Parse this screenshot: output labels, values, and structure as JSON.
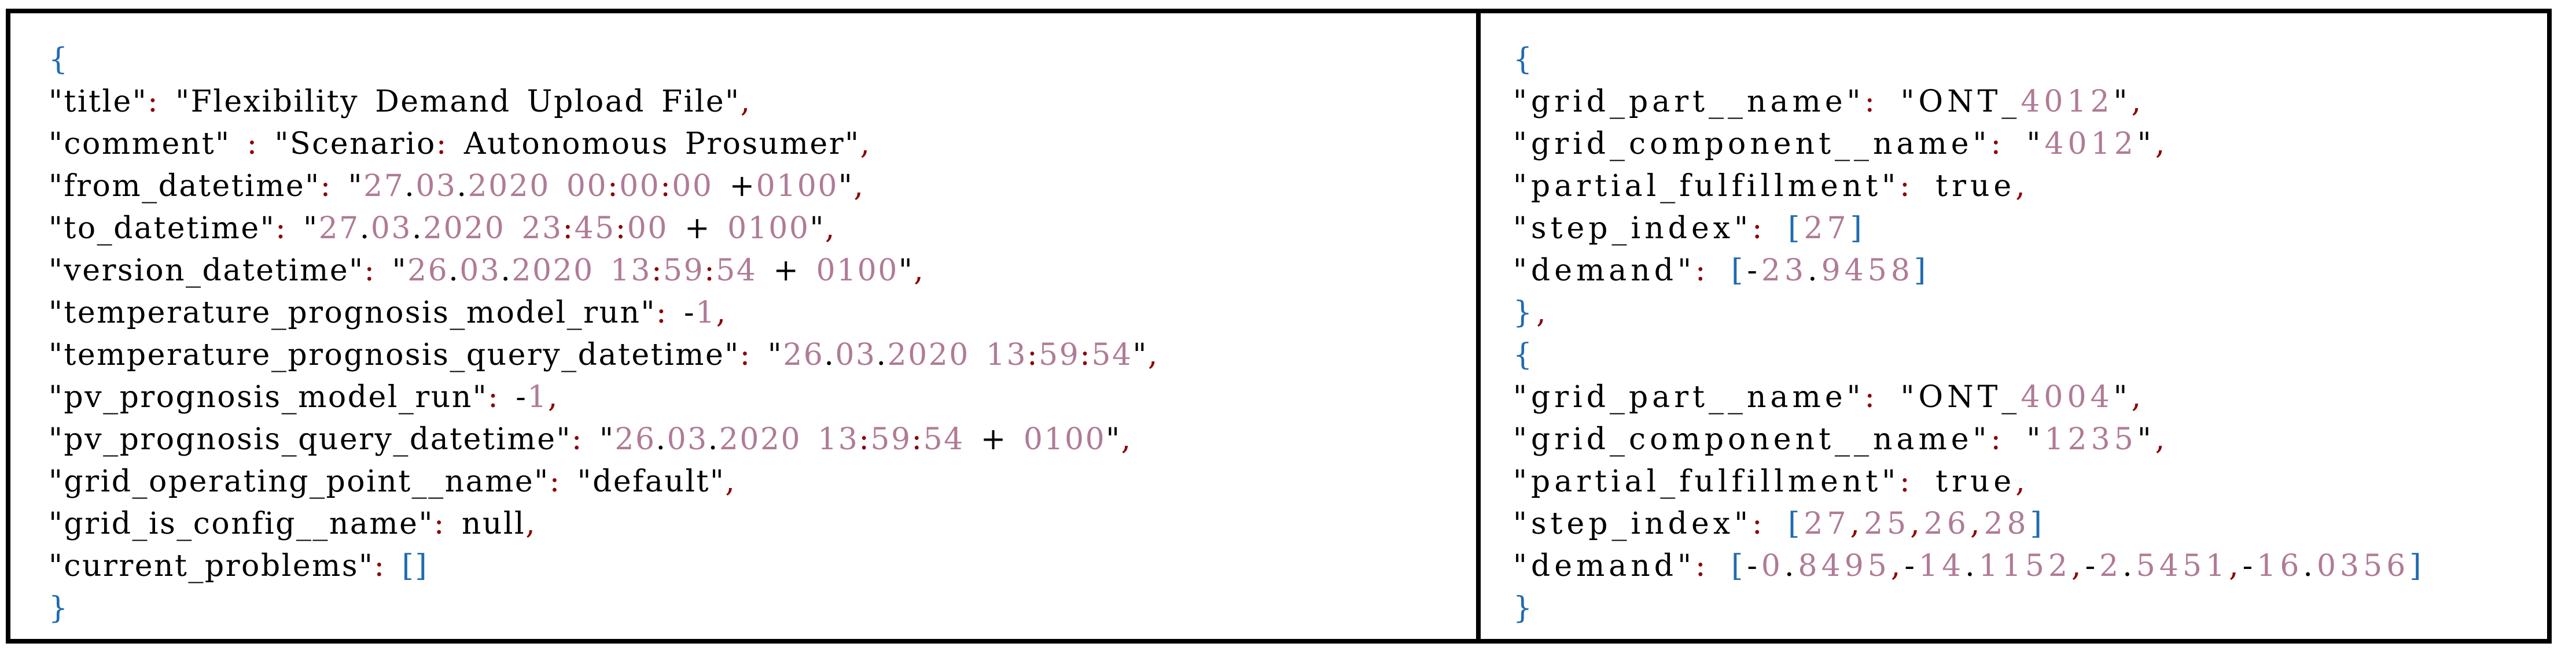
{
  "figure": {
    "kind": "json-code-listing",
    "background": "#ffffff",
    "border_color": "#000000"
  },
  "colors": {
    "key_text": "#000000",
    "number_literal": "#b07b96",
    "colon_comma": "#8b0000",
    "brace_bracket": "#1f6bb0"
  },
  "token_classes": {
    "k": "plain-black",
    "d": "number-mauve",
    "r": "punct-darkred",
    "b": "bracket-blue"
  },
  "panels": [
    {
      "id": "upload-file-json",
      "lines": [
        [
          [
            "b",
            "{"
          ]
        ],
        [
          [
            "k",
            "\"title\""
          ],
          [
            "r",
            ":"
          ],
          [
            "k",
            " \"Flexibility Demand Upload File\""
          ],
          [
            "r",
            ","
          ]
        ],
        [
          [
            "k",
            "\"comment\" "
          ],
          [
            "r",
            ":"
          ],
          [
            "k",
            " \"Scenario"
          ],
          [
            "r",
            ":"
          ],
          [
            "k",
            " Autonomous Prosumer\""
          ],
          [
            "r",
            ","
          ]
        ],
        [
          [
            "k",
            "\"from_datetime\""
          ],
          [
            "r",
            ":"
          ],
          [
            "k",
            " \""
          ],
          [
            "d",
            "27"
          ],
          [
            "k",
            "."
          ],
          [
            "d",
            "03"
          ],
          [
            "k",
            "."
          ],
          [
            "d",
            "2020"
          ],
          [
            "k",
            " "
          ],
          [
            "d",
            "00"
          ],
          [
            "r",
            ":"
          ],
          [
            "d",
            "00"
          ],
          [
            "r",
            ":"
          ],
          [
            "d",
            "00"
          ],
          [
            "k",
            " +"
          ],
          [
            "d",
            "0100"
          ],
          [
            "k",
            "\""
          ],
          [
            "r",
            ","
          ]
        ],
        [
          [
            "k",
            "\"to_datetime\""
          ],
          [
            "r",
            ":"
          ],
          [
            "k",
            " \""
          ],
          [
            "d",
            "27"
          ],
          [
            "k",
            "."
          ],
          [
            "d",
            "03"
          ],
          [
            "k",
            "."
          ],
          [
            "d",
            "2020"
          ],
          [
            "k",
            " "
          ],
          [
            "d",
            "23"
          ],
          [
            "r",
            ":"
          ],
          [
            "d",
            "45"
          ],
          [
            "r",
            ":"
          ],
          [
            "d",
            "00"
          ],
          [
            "k",
            " + "
          ],
          [
            "d",
            "0100"
          ],
          [
            "k",
            "\""
          ],
          [
            "r",
            ","
          ]
        ],
        [
          [
            "k",
            "\"version_datetime\""
          ],
          [
            "r",
            ":"
          ],
          [
            "k",
            " \""
          ],
          [
            "d",
            "26"
          ],
          [
            "k",
            "."
          ],
          [
            "d",
            "03"
          ],
          [
            "k",
            "."
          ],
          [
            "d",
            "2020"
          ],
          [
            "k",
            " "
          ],
          [
            "d",
            "13"
          ],
          [
            "r",
            ":"
          ],
          [
            "d",
            "59"
          ],
          [
            "r",
            ":"
          ],
          [
            "d",
            "54"
          ],
          [
            "k",
            " + "
          ],
          [
            "d",
            "0100"
          ],
          [
            "k",
            "\""
          ],
          [
            "r",
            ","
          ]
        ],
        [
          [
            "k",
            "\"temperature_prognosis_model_run\""
          ],
          [
            "r",
            ":"
          ],
          [
            "k",
            " -"
          ],
          [
            "d",
            "1"
          ],
          [
            "r",
            ","
          ]
        ],
        [
          [
            "k",
            "\"temperature_prognosis_query_datetime\""
          ],
          [
            "r",
            ":"
          ],
          [
            "k",
            " \""
          ],
          [
            "d",
            "26"
          ],
          [
            "k",
            "."
          ],
          [
            "d",
            "03"
          ],
          [
            "k",
            "."
          ],
          [
            "d",
            "2020"
          ],
          [
            "k",
            " "
          ],
          [
            "d",
            "13"
          ],
          [
            "r",
            ":"
          ],
          [
            "d",
            "59"
          ],
          [
            "r",
            ":"
          ],
          [
            "d",
            "54"
          ],
          [
            "k",
            "\""
          ],
          [
            "r",
            ","
          ]
        ],
        [
          [
            "k",
            "\"pv_prognosis_model_run\""
          ],
          [
            "r",
            ":"
          ],
          [
            "k",
            " -"
          ],
          [
            "d",
            "1"
          ],
          [
            "r",
            ","
          ]
        ],
        [
          [
            "k",
            "\"pv_prognosis_query_datetime\""
          ],
          [
            "r",
            ":"
          ],
          [
            "k",
            " \""
          ],
          [
            "d",
            "26"
          ],
          [
            "k",
            "."
          ],
          [
            "d",
            "03"
          ],
          [
            "k",
            "."
          ],
          [
            "d",
            "2020"
          ],
          [
            "k",
            " "
          ],
          [
            "d",
            "13"
          ],
          [
            "r",
            ":"
          ],
          [
            "d",
            "59"
          ],
          [
            "r",
            ":"
          ],
          [
            "d",
            "54"
          ],
          [
            "k",
            " + "
          ],
          [
            "d",
            "0100"
          ],
          [
            "k",
            "\""
          ],
          [
            "r",
            ","
          ]
        ],
        [
          [
            "k",
            "\"grid_operating_point__name\""
          ],
          [
            "r",
            ":"
          ],
          [
            "k",
            " \"default\""
          ],
          [
            "r",
            ","
          ]
        ],
        [
          [
            "k",
            "\"grid_is_config__name\""
          ],
          [
            "r",
            ":"
          ],
          [
            "k",
            " null"
          ],
          [
            "r",
            ","
          ]
        ],
        [
          [
            "k",
            "\"current_problems\""
          ],
          [
            "r",
            ":"
          ],
          [
            "k",
            " "
          ],
          [
            "b",
            "[]"
          ]
        ],
        [
          [
            "b",
            "}"
          ]
        ]
      ]
    },
    {
      "id": "flexibility-demand-objects-json",
      "lines": [
        [
          [
            "b",
            "{"
          ]
        ],
        [
          [
            "k",
            "\"grid_part__name\""
          ],
          [
            "r",
            ":"
          ],
          [
            "k",
            " \"ONT_"
          ],
          [
            "d",
            "4012"
          ],
          [
            "k",
            "\""
          ],
          [
            "r",
            ","
          ]
        ],
        [
          [
            "k",
            "\"grid_component__name\""
          ],
          [
            "r",
            ":"
          ],
          [
            "k",
            " \""
          ],
          [
            "d",
            "4012"
          ],
          [
            "k",
            "\""
          ],
          [
            "r",
            ","
          ]
        ],
        [
          [
            "k",
            "\"partial_fulfillment\""
          ],
          [
            "r",
            ":"
          ],
          [
            "k",
            " true"
          ],
          [
            "r",
            ","
          ]
        ],
        [
          [
            "k",
            "\"step_index\""
          ],
          [
            "r",
            ":"
          ],
          [
            "k",
            " "
          ],
          [
            "b",
            "["
          ],
          [
            "d",
            "27"
          ],
          [
            "b",
            "]"
          ]
        ],
        [
          [
            "k",
            "\"demand\""
          ],
          [
            "r",
            ":"
          ],
          [
            "k",
            " "
          ],
          [
            "b",
            "["
          ],
          [
            "k",
            "-"
          ],
          [
            "d",
            "23"
          ],
          [
            "k",
            "."
          ],
          [
            "d",
            "9458"
          ],
          [
            "b",
            "]"
          ]
        ],
        [
          [
            "b",
            "}"
          ],
          [
            "r",
            ","
          ]
        ],
        [
          [
            "b",
            "{"
          ]
        ],
        [
          [
            "k",
            "\"grid_part__name\""
          ],
          [
            "r",
            ":"
          ],
          [
            "k",
            " \"ONT_"
          ],
          [
            "d",
            "4004"
          ],
          [
            "k",
            "\""
          ],
          [
            "r",
            ","
          ]
        ],
        [
          [
            "k",
            "\"grid_component__name\""
          ],
          [
            "r",
            ":"
          ],
          [
            "k",
            " \""
          ],
          [
            "d",
            "1235"
          ],
          [
            "k",
            "\""
          ],
          [
            "r",
            ","
          ]
        ],
        [
          [
            "k",
            "\"partial_fulfillment\""
          ],
          [
            "r",
            ":"
          ],
          [
            "k",
            " true"
          ],
          [
            "r",
            ","
          ]
        ],
        [
          [
            "k",
            "\"step_index\""
          ],
          [
            "r",
            ":"
          ],
          [
            "k",
            " "
          ],
          [
            "b",
            "["
          ],
          [
            "d",
            "27"
          ],
          [
            "r",
            ","
          ],
          [
            "d",
            "25"
          ],
          [
            "r",
            ","
          ],
          [
            "d",
            "26"
          ],
          [
            "r",
            ","
          ],
          [
            "d",
            "28"
          ],
          [
            "b",
            "]"
          ]
        ],
        [
          [
            "k",
            "\"demand\""
          ],
          [
            "r",
            ":"
          ],
          [
            "k",
            " "
          ],
          [
            "b",
            "["
          ],
          [
            "k",
            "-"
          ],
          [
            "d",
            "0"
          ],
          [
            "k",
            "."
          ],
          [
            "d",
            "8495"
          ],
          [
            "r",
            ","
          ],
          [
            "k",
            "-"
          ],
          [
            "d",
            "14"
          ],
          [
            "k",
            "."
          ],
          [
            "d",
            "1152"
          ],
          [
            "r",
            ","
          ],
          [
            "k",
            "-"
          ],
          [
            "d",
            "2"
          ],
          [
            "k",
            "."
          ],
          [
            "d",
            "5451"
          ],
          [
            "r",
            ","
          ],
          [
            "k",
            "-"
          ],
          [
            "d",
            "16"
          ],
          [
            "k",
            "."
          ],
          [
            "d",
            "0356"
          ],
          [
            "b",
            "]"
          ]
        ],
        [
          [
            "b",
            "}"
          ]
        ]
      ]
    }
  ]
}
